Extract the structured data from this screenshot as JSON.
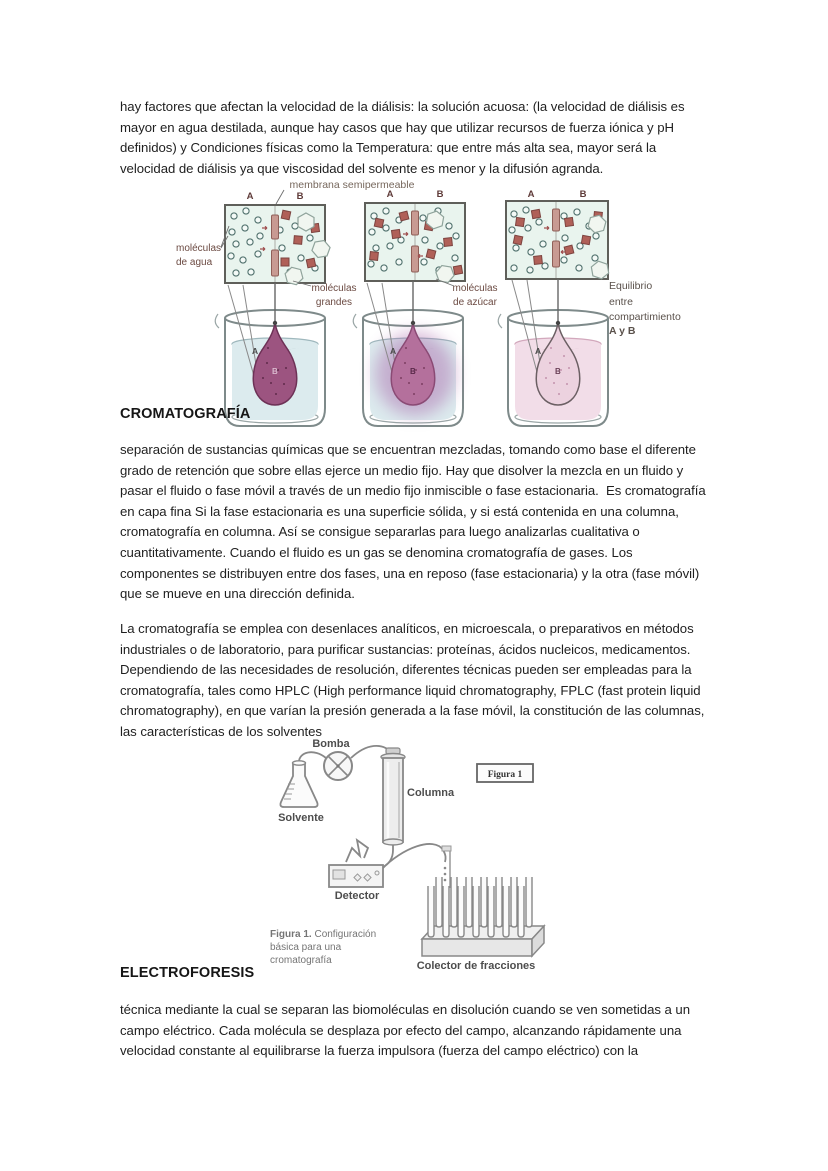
{
  "document": {
    "paragraph_dialysis": "hay factores que afectan la velocidad de la diálisis: la solución acuosa: (la velocidad de diálisis es mayor en agua destilada, aunque hay casos que hay que utilizar recursos de fuerza iónica y pH definidos) y Condiciones físicas como la Temperatura: que entre más alta sea, mayor será la velocidad de diálisis ya que viscosidad del solvente es menor y la difusión agranda.",
    "heading_chromatography": "CROMATOGRAFÍA",
    "paragraph_chromatography_1": "separación de sustancias químicas que se encuentran mezcladas, tomando como base el diferente grado de retención que sobre ellas ejerce un medio fijo. Hay que disolver la mezcla en un fluido y pasar el fluido o fase móvil a través de un medio fijo inmiscible o fase estacionaria.  Es cromatografía en capa fina Si la fase estacionaria es una superficie sólida, y si está contenida en una columna, cromatografía en columna. Así se consigue separarlas para luego analizarlas cualitativa o cuantitativamente. Cuando el fluido es un gas se denomina cromatografía de gases. Los componentes se distribuyen entre dos fases, una en reposo (fase estacionaria) y la otra (fase móvil) que se mueve en una dirección definida.",
    "paragraph_chromatography_2": "La cromatografía se emplea con desenlaces analíticos, en microescala, o preparativos en métodos industriales o de laboratorio, para purificar sustancias: proteínas, ácidos nucleicos, medicamentos. Dependiendo de las necesidades de resolución, diferentes técnicas pueden ser empleadas para la cromatografía, tales como HPLC (High performance liquid chromatography, FPLC (fast protein liquid chromatography), en que varían la presión generada a la fase móvil, la constitución de las columnas, las características de los solventes",
    "heading_electrophoresis": "ELECTROFORESIS",
    "paragraph_electrophoresis": "técnica mediante la cual se separan las biomoléculas en disolución cuando se ven sometidas a un campo eléctrico. Cada molécula se desplaza por efecto del campo, alcanzando rápidamente una velocidad constante al equilibrarse la fuerza impulsora (fuerza del campo eléctrico) con la"
  },
  "dialysis_figure": {
    "membrane_label": "membrana semipermeable",
    "water_label_line1": "moléculas",
    "water_label_line2": "de agua",
    "large_label_line1": "moléculas",
    "large_label_line2": "grandes",
    "sugar_label_line1": "moléculas",
    "sugar_label_line2": "de azúcar",
    "equilibrium_line1": "Equilibrio",
    "equilibrium_line2": "entre",
    "equilibrium_line3": "compartimiento",
    "equilibrium_line4": "A y B",
    "compartment_a": "A",
    "compartment_b": "B"
  },
  "chromatography_figure": {
    "pump_label": "Bomba",
    "solvent_label": "Solvente",
    "column_label": "Columna",
    "figure_box_label": "Figura 1",
    "detector_label": "Detector",
    "collector_label": "Colector de fracciones",
    "caption_prefix": "Figura 1.",
    "caption_line1_rest": " Configuración",
    "caption_line2": "básica para una",
    "caption_line3": "cromatografía"
  },
  "colors": {
    "sugar_molecule": "#b06058",
    "membrane_channel": "#c89a92",
    "bag_start": "#9c5480",
    "bag_mid": "#b4709c",
    "bag_equilibrium": "#ecd2df",
    "liquid_water": "#dcebee",
    "liquid_equilibrium": "#f2dde8",
    "halo": "#a763a8"
  }
}
